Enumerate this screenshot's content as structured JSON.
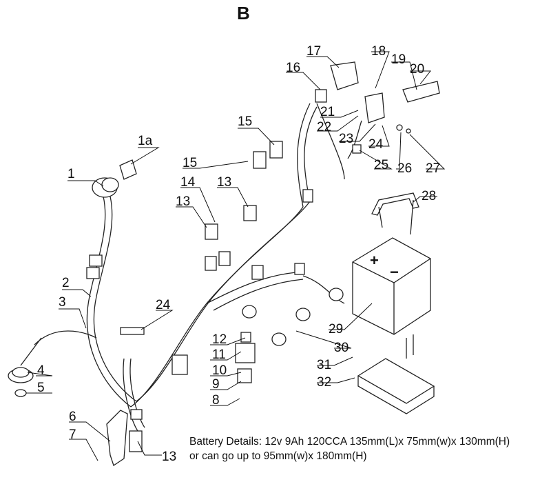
{
  "diagram": {
    "title": "B",
    "callouts": [
      "1",
      "1a",
      "2",
      "3",
      "4",
      "5",
      "6",
      "7",
      "8",
      "9",
      "10",
      "11",
      "12",
      "13",
      "13",
      "13",
      "14",
      "15",
      "15",
      "16",
      "17",
      "18",
      "19",
      "20",
      "21",
      "22",
      "23",
      "24",
      "24",
      "25",
      "26",
      "27",
      "28",
      "29",
      "30",
      "31",
      "32"
    ],
    "battery_polarity": {
      "positive": "+",
      "negative": "−"
    },
    "notes": [
      "Battery Details: 12v 9Ah 120CCA  135mm(L)x 75mm(w)x 130mm(H)",
      "or can go up to 95mm(w)x 180mm(H)"
    ]
  }
}
